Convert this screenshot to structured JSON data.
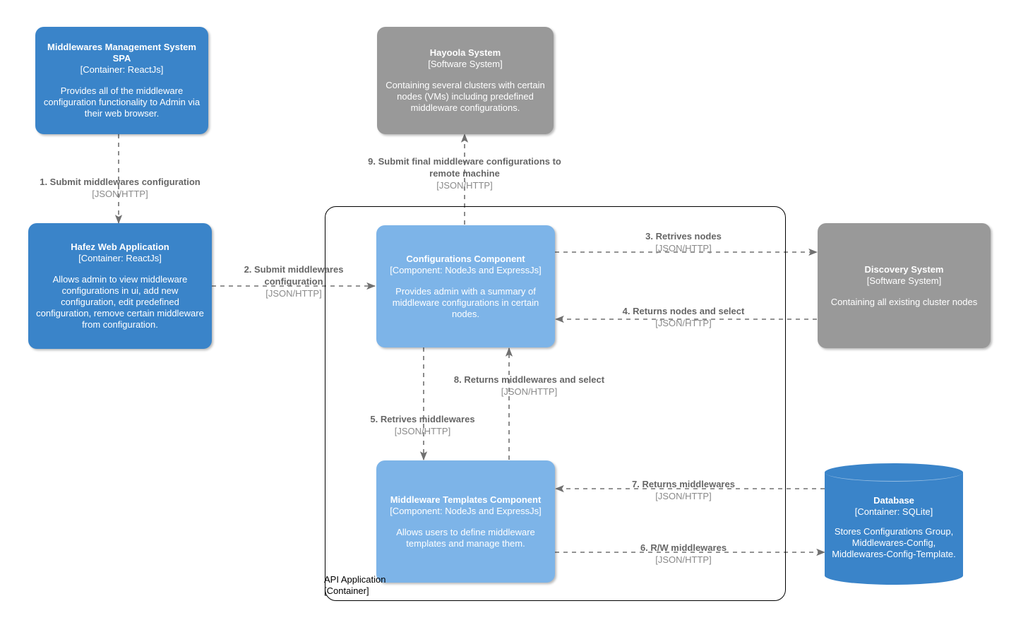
{
  "diagram": {
    "title": "Middlewares Management System - Component Diagram",
    "colors": {
      "software_system": "#999999",
      "container_dark_blue": "#3a84c9",
      "component_light_blue": "#7db4e8",
      "edge": "#707070",
      "boundary": "#000000"
    }
  },
  "boundary": {
    "name": "API Application",
    "tech": "[Container]",
    "label": "API Application\n[Container]"
  },
  "nodes": [
    {
      "id": "spa",
      "title": "Middlewares Management System SPA",
      "tech": "[Container: ReactJs]",
      "desc": "Provides all of the middleware configuration functionality to Admin via their web browser.",
      "style": "container_dark_blue"
    },
    {
      "id": "hafez",
      "title": "Hafez Web Application",
      "tech": "[Container: ReactJs]",
      "desc": "Allows admin to view middleware configurations in ui, add new configuration, edit predefined configuration, remove certain middleware from configuration.",
      "style": "container_dark_blue"
    },
    {
      "id": "hayoola",
      "title": "Hayoola System",
      "tech": "[Software System]",
      "desc": "Containing several clusters with certain nodes (VMs) including predefined middleware configurations.",
      "style": "software_system"
    },
    {
      "id": "configurations",
      "title": "Configurations Component",
      "tech": "[Component: NodeJs and ExpressJs]",
      "desc": "Provides admin with a summary of middleware configurations in certain nodes.",
      "style": "component_light_blue"
    },
    {
      "id": "templates",
      "title": "Middleware Templates Component",
      "tech": "[Component: NodeJs and ExpressJs]",
      "desc": "Allows users to define middleware templates and manage them.",
      "style": "component_light_blue"
    },
    {
      "id": "discovery",
      "title": "Discovery System",
      "tech": "[Software System]",
      "desc": "Containing all existing cluster nodes",
      "style": "software_system"
    },
    {
      "id": "database",
      "title": "Database",
      "tech": "[Container: SQLite]",
      "desc": "Stores Configurations Group, Middlewares-Config, Middlewares-Config-Template.",
      "style": "container_dark_blue"
    }
  ],
  "edges": [
    {
      "id": "e1",
      "number": "1",
      "label": "1. Submit middlewares configuration",
      "protocol": "[JSON/HTTP]",
      "from": "spa",
      "to": "hafez"
    },
    {
      "id": "e2",
      "number": "2",
      "label": "2. Submit middlewares configuration",
      "protocol": "[JSON/HTTP]",
      "from": "hafez",
      "to": "configurations"
    },
    {
      "id": "e3",
      "number": "3",
      "label": "3. Retrives nodes",
      "protocol": "[JSON/HTTP]",
      "from": "configurations",
      "to": "discovery"
    },
    {
      "id": "e4",
      "number": "4",
      "label": "4. Returns nodes and select",
      "protocol": "[JSON/HTTP]",
      "from": "discovery",
      "to": "configurations"
    },
    {
      "id": "e5",
      "number": "5",
      "label": "5. Retrives middlewares",
      "protocol": "[JSON/HTTP]",
      "from": "configurations",
      "to": "templates"
    },
    {
      "id": "e6",
      "number": "6",
      "label": "6. R/W middlewares",
      "protocol": "[JSON/HTTP]",
      "from": "templates",
      "to": "database"
    },
    {
      "id": "e7",
      "number": "7",
      "label": "7. Returns middlewares",
      "protocol": "[JSON/HTTP]",
      "from": "database",
      "to": "templates"
    },
    {
      "id": "e8",
      "number": "8",
      "label": "8. Returns middlewares and select",
      "protocol": "[JSON/HTTP]",
      "from": "templates",
      "to": "configurations"
    },
    {
      "id": "e9",
      "number": "9",
      "label": "9. Submit final middleware configurations to remote machine",
      "protocol": "[JSON/HTTP]",
      "from": "configurations",
      "to": "hayoola"
    }
  ]
}
